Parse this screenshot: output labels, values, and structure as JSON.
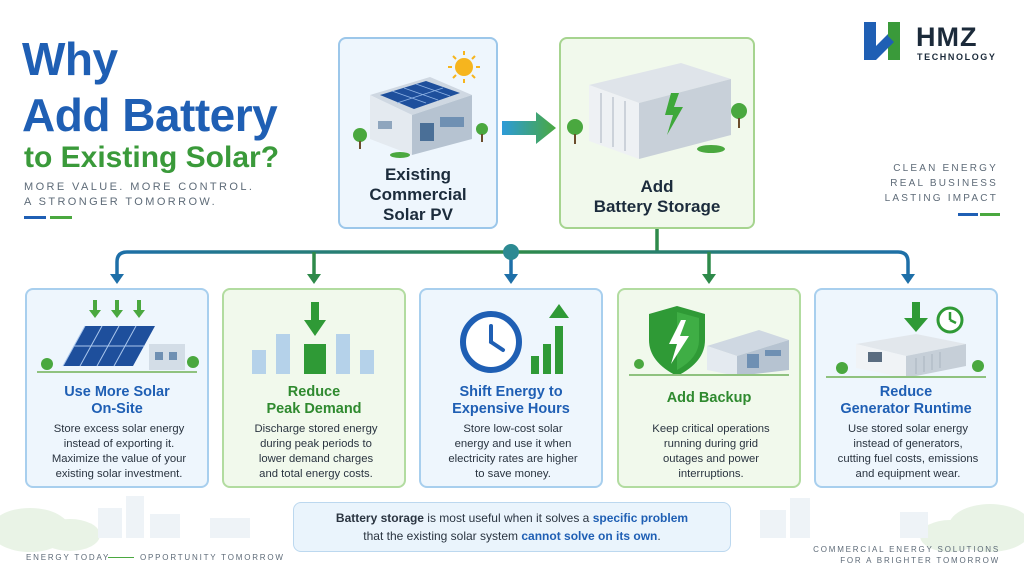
{
  "title": {
    "line1": "Why",
    "line2": "Add Battery",
    "line3": "to Existing Solar?",
    "tagline1": "MORE VALUE. MORE CONTROL.",
    "tagline2": "A STRONGER TOMORROW."
  },
  "logo": {
    "name": "HMZ",
    "sub": "TECHNOLOGY",
    "icon": "hmz-logo-mark"
  },
  "right_tagline": [
    "CLEAN ENERGY",
    "REAL BUSINESS",
    "LASTING IMPACT"
  ],
  "top_panels": [
    {
      "label_line1": "Existing",
      "label_line2": "Commercial",
      "label_line3": "Solar PV",
      "icon": "solar-building-icon"
    },
    {
      "label_line1": "Add",
      "label_line2": "Battery Storage",
      "icon": "battery-container-icon"
    }
  ],
  "cards": [
    {
      "title1": "Use More Solar",
      "title2": "On-Site",
      "body": [
        "Store excess solar energy",
        "instead of exporting it.",
        "Maximize the value of your",
        "existing solar investment."
      ],
      "icon": "solar-array-icon"
    },
    {
      "title1": "Reduce",
      "title2": "Peak Demand",
      "body": [
        "Discharge stored energy",
        "during peak periods to",
        "lower demand charges",
        "and total energy costs."
      ],
      "icon": "peak-bars-icon"
    },
    {
      "title1": "Shift Energy to",
      "title2": "Expensive Hours",
      "body": [
        "Store low-cost solar",
        "energy and use it when",
        "electricity rates are higher",
        "to save money."
      ],
      "icon": "clock-growth-icon"
    },
    {
      "title1": "Add Backup",
      "title2": "",
      "body": [
        "Keep critical operations",
        "running during grid",
        "outages and power",
        "interruptions."
      ],
      "icon": "shield-bolt-icon"
    },
    {
      "title1": "Reduce",
      "title2": "Generator Runtime",
      "body": [
        "Use stored solar energy",
        "instead of generators,",
        "cutting fuel costs, emissions",
        "and equipment wear."
      ],
      "icon": "generator-icon"
    }
  ],
  "callout": {
    "bold1": "Battery storage",
    "text1": " is most useful when it solves a ",
    "hl1": "specific problem",
    "text2": "that the existing solar system ",
    "hl2": "cannot solve on its own",
    "text3": "."
  },
  "footer": {
    "left1": "ENERGY TODAY",
    "left2": "OPPORTUNITY TOMORROW",
    "right1": "COMMERCIAL ENERGY SOLUTIONS",
    "right2": "FOR A BRIGHTER TOMORROW"
  },
  "colors": {
    "blue": "#1f5fb4",
    "green": "#3a9a3a",
    "connector_blue": "#1e6fa8",
    "connector_green": "#2e8a4a"
  }
}
